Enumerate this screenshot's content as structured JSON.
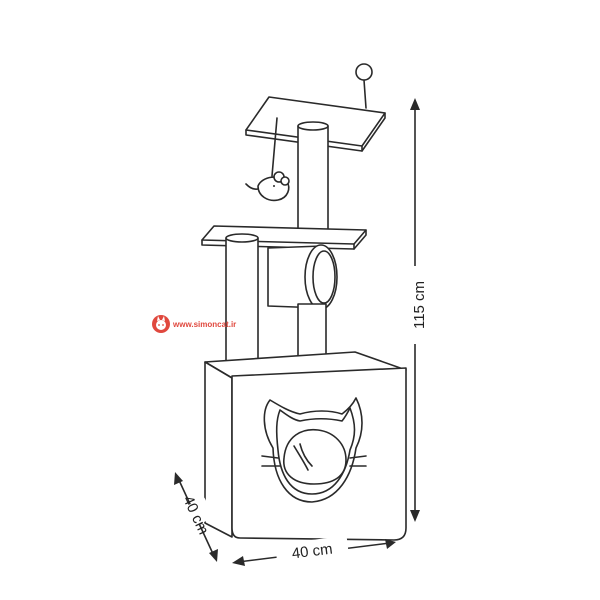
{
  "diagram": {
    "subject": "cat-tree-line-drawing",
    "dimensions": {
      "height": "115 cm",
      "width": "40 cm",
      "depth": "40 cm"
    },
    "watermark": {
      "text": "www.simoncat.ir",
      "icon": "cat-face-icon",
      "color": "#e0483e"
    },
    "line_color": "#2a2a2a"
  }
}
